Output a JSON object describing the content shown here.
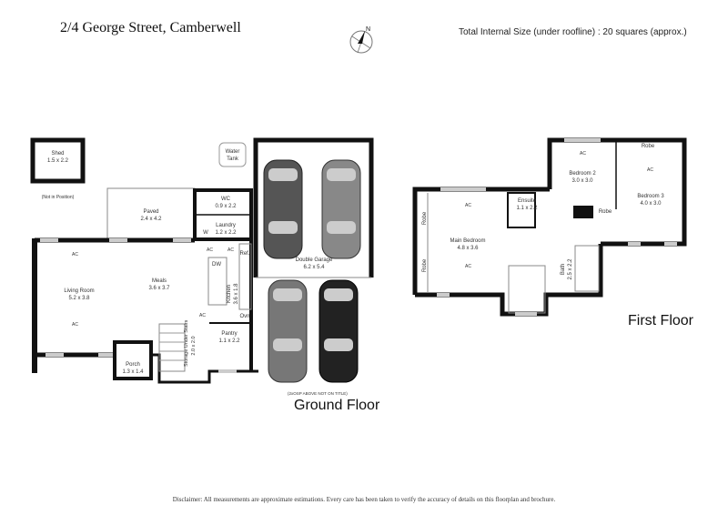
{
  "header": {
    "address": "2/4 George Street, Camberwell",
    "compass": {
      "label": "N",
      "icon": "north-arrow-icon"
    },
    "total_size": "Total Internal Size (under roofline) :  20 squares (approx.)"
  },
  "ground_floor": {
    "label": "Ground Floor",
    "osp_note": "(2xOSP ABOVE NOT ON TITLE)",
    "rooms": [
      {
        "name": "Shed",
        "size": "1.5 x 2.2"
      },
      {
        "name": "Water Tank",
        "size": ""
      },
      {
        "name": "Paved",
        "size": "2.4 x 4.2"
      },
      {
        "name": "WC",
        "size": "0.9 x 2.2"
      },
      {
        "name": "Laundry",
        "size": "1.2 x 2.2"
      },
      {
        "name": "Double Garage",
        "size": "6.2 x 5.4"
      },
      {
        "name": "Living Room",
        "size": "5.2 x 3.8"
      },
      {
        "name": "Meals",
        "size": "3.6 x 3.7"
      },
      {
        "name": "Kitchen",
        "size": "3.6 x 1.8"
      },
      {
        "name": "Pantry",
        "size": "1.1 x 2.2"
      },
      {
        "name": "Storage Under Stairs",
        "size": "2.0 x 2.0"
      },
      {
        "name": "Porch",
        "size": "1.3 x 1.4"
      }
    ],
    "shed_note": "(Not in Position)",
    "fixtures": {
      "dw": "DW",
      "ref": "Ref.",
      "oven": "Ovn",
      "washer": "W",
      "ac": "AC"
    }
  },
  "first_floor": {
    "label": "First Floor",
    "rooms": [
      {
        "name": "Bedroom 2",
        "size": "3.0 x 3.0"
      },
      {
        "name": "Bedroom 3",
        "size": "4.0 x 3.0"
      },
      {
        "name": "Ensuite",
        "size": "1.1 x 2.2"
      },
      {
        "name": "Main Bedroom",
        "size": "4.8 x 3.6"
      },
      {
        "name": "Bath",
        "size": "2.5 x 2.2"
      }
    ],
    "robe": "Robe",
    "ac": "AC"
  },
  "footer": {
    "disclaimer": "Disclaimer: All measurements are approximate estimations. Every care has been taken to verify the accuracy of details on this floorplan and brochure."
  }
}
